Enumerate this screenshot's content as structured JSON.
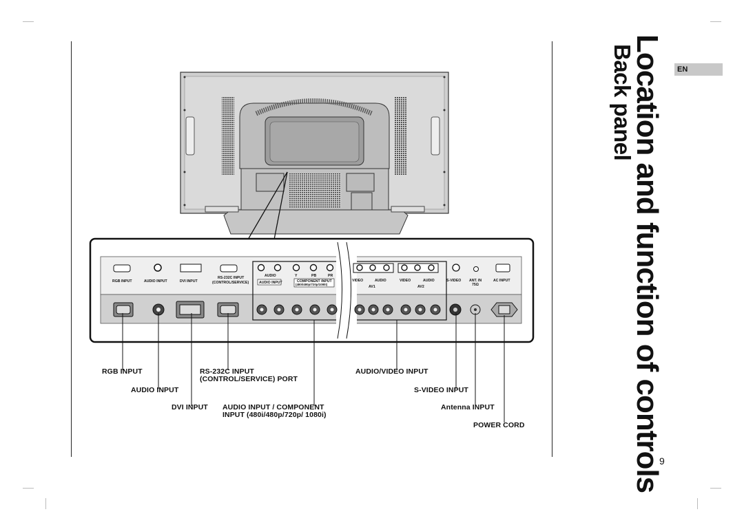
{
  "header": {
    "title": "Location and function of controls",
    "subtitle": "Back panel",
    "language_tab": "EN"
  },
  "page_number": "9",
  "panel_labels": {
    "rgb_input": "RGB INPUT",
    "audio_input": "AUDIO INPUT",
    "dvi_input": "DVI INPUT",
    "rs232c_input": "RS-232C INPUT",
    "control_service": "(CONTROL/SERVICE)",
    "audio_l_r": "AUDIO",
    "audio_input_box": "AUDIO INPUT",
    "y": "Y",
    "pb": "PB",
    "pr": "PR",
    "component_input": "COMPONENT INPUT",
    "component_formats": "(480i/480p/720p/1080i)",
    "video": "VIDEO",
    "audio": "AUDIO",
    "av1": "AV1",
    "av2": "AV2",
    "s_video": "S-VIDEO",
    "ant_in": "ANT. IN",
    "ant_ohm": "75Ω",
    "ac_input": "AC INPUT"
  },
  "callouts": {
    "rgb_input": "RGB INPUT",
    "audio_input": "AUDIO INPUT",
    "dvi_input": "DVI INPUT",
    "rs232c_line1": "RS-232C INPUT",
    "rs232c_line2": "(CONTROL/SERVICE) PORT",
    "audio_component_line1": "AUDIO   INPUT   /   COMPONENT",
    "audio_component_line2": "INPUT (480i/480p/720p/ 1080i)",
    "audio_video_input": "AUDIO/VIDEO INPUT",
    "s_video_input": "S-VIDEO INPUT",
    "antenna_input": "Antenna INPUT",
    "power_cord": "POWER CORD"
  }
}
